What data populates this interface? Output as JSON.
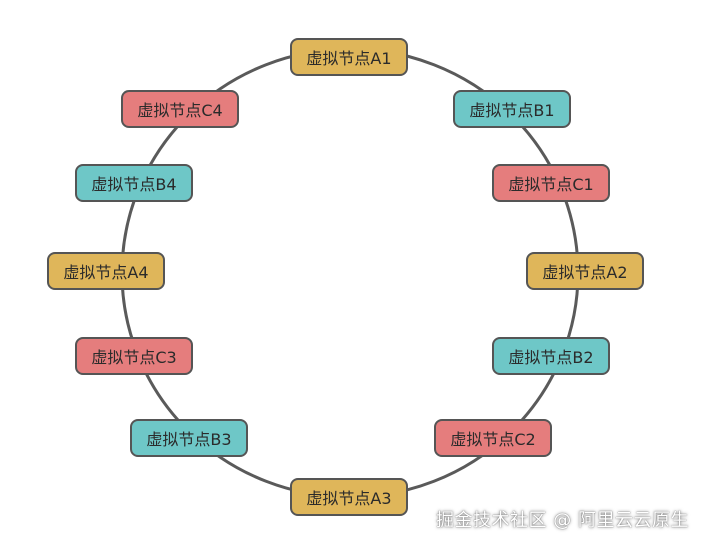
{
  "diagram": {
    "nodes": [
      {
        "label": "虚拟节点A1",
        "group": "A"
      },
      {
        "label": "虚拟节点B1",
        "group": "B"
      },
      {
        "label": "虚拟节点C1",
        "group": "C"
      },
      {
        "label": "虚拟节点A2",
        "group": "A"
      },
      {
        "label": "虚拟节点B2",
        "group": "B"
      },
      {
        "label": "虚拟节点C2",
        "group": "C"
      },
      {
        "label": "虚拟节点A3",
        "group": "A"
      },
      {
        "label": "虚拟节点B3",
        "group": "B"
      },
      {
        "label": "虚拟节点C3",
        "group": "C"
      },
      {
        "label": "虚拟节点A4",
        "group": "A"
      },
      {
        "label": "虚拟节点B4",
        "group": "B"
      },
      {
        "label": "虚拟节点C4",
        "group": "C"
      }
    ],
    "colors": {
      "A": "#dfb65a",
      "B": "#6ec7c7",
      "C": "#e57d7d",
      "ring": "#5a5a5a"
    }
  },
  "watermark": "掘金技术社区 @ 阿里云云原生"
}
